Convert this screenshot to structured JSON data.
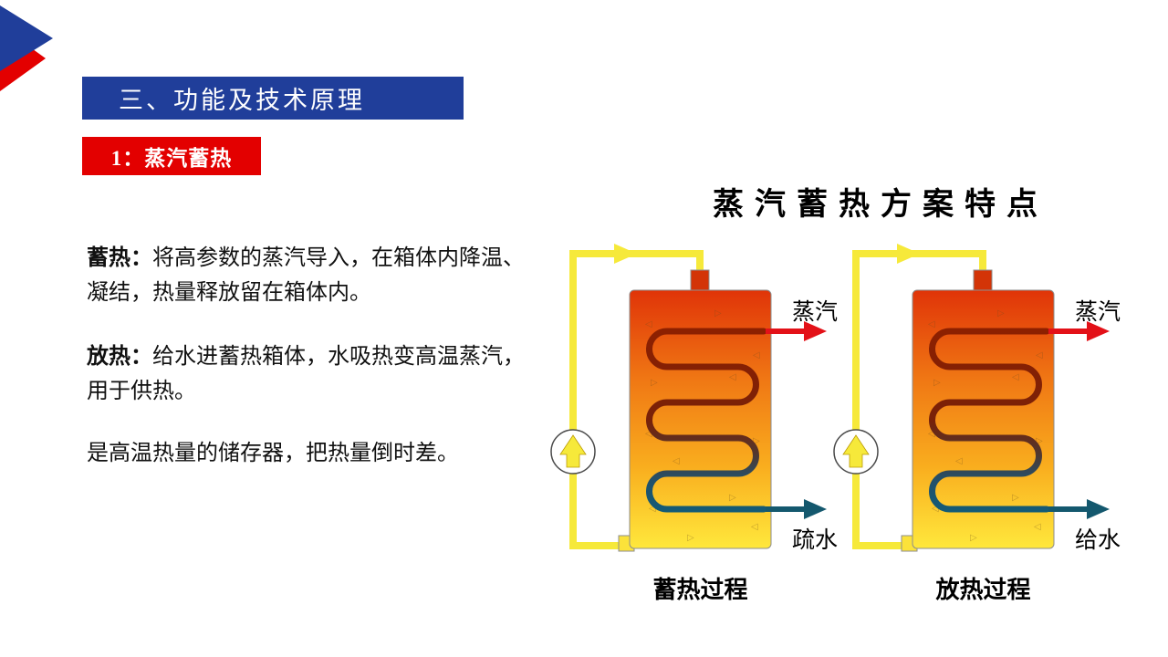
{
  "header": {
    "title": "三、功能及技术原理"
  },
  "badge": {
    "label": "1：蒸汽蓄热"
  },
  "body": {
    "p1_lead": "蓄热：",
    "p1_text": "将高参数的蒸汽导入，在箱体内降温、凝结，热量释放留在箱体内。",
    "p2_lead": "放热：",
    "p2_text": "给水进蓄热箱体，水吸热变高温蒸汽，用于供热。",
    "p3_text": "是高温热量的储存器，把热量倒时差。"
  },
  "diagram": {
    "title": "蒸汽蓄热方案特点",
    "panels": [
      {
        "steam_label": "蒸汽",
        "water_label": "疏水",
        "caption": "蓄热过程"
      },
      {
        "steam_label": "蒸汽",
        "water_label": "给水",
        "caption": "放热过程"
      }
    ]
  },
  "colors": {
    "header_bg": "#203e9a",
    "badge_bg": "#e30000",
    "pipe_yellow": "#f6e93a",
    "steam_red": "#e31118",
    "water_teal": "#14586e",
    "tank_top": "#e03408",
    "tank_bottom": "#ffe83c",
    "coil_top": "#8e2000",
    "coil_bottom": "#125c77"
  }
}
